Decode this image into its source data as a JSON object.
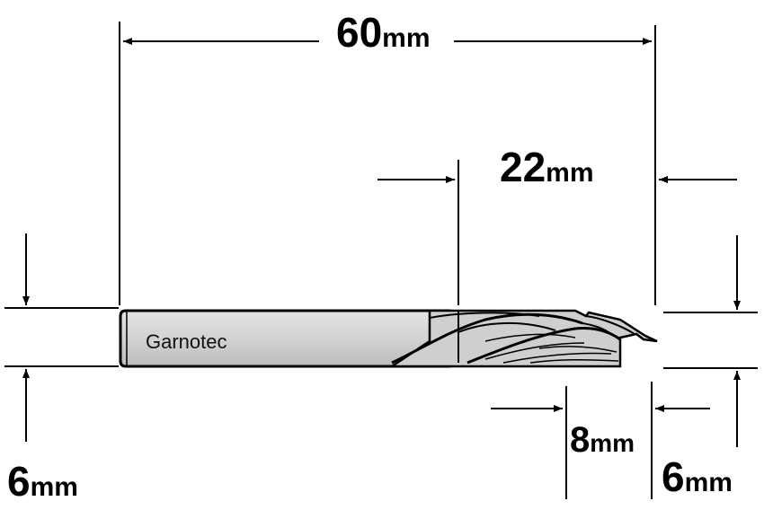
{
  "brand_label": "Garnotec",
  "colors": {
    "shank_fill": "#d6d6d6",
    "cutter_fill": "#c8c8c8",
    "line": "#000000"
  },
  "dimensions": {
    "overall_length": {
      "value": "60",
      "unit": "mm"
    },
    "cutting_length": {
      "value": "22",
      "unit": "mm"
    },
    "cutting_diameter": {
      "value": "8",
      "unit": "mm"
    },
    "shank_diameter_left": {
      "value": "6",
      "unit": "mm"
    },
    "shank_diameter_right": {
      "value": "6",
      "unit": "mm"
    }
  }
}
